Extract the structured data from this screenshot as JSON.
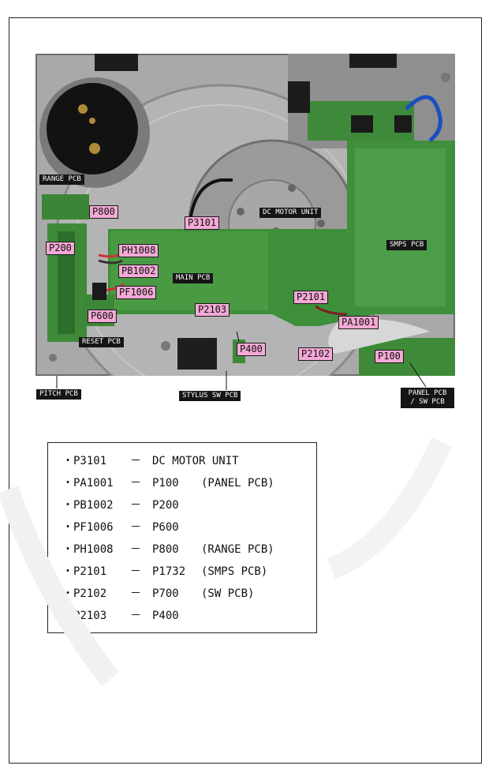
{
  "photo_labels": {
    "range_pcb": "RANGE PCB",
    "p800": "P800",
    "p3101": "P3101",
    "dc_motor_unit": "DC MOTOR UNIT",
    "p200": "P200",
    "ph1008": "PH1008",
    "smps_pcb": "SMPS PCB",
    "pb1002": "PB1002",
    "main_pcb": "MAIN PCB",
    "pf1006": "PF1006",
    "p2101": "P2101",
    "p2103": "P2103",
    "pa1001": "PA1001",
    "p600": "P600",
    "reset_pcb": "RESET PCB",
    "p400": "P400",
    "p2102": "P2102",
    "p100": "P100",
    "pitch_pcb": "PITCH PCB",
    "stylus_sw_pcb": "STYLUS SW PCB",
    "panel_pcb_line1": "PANEL PCB",
    "panel_pcb_line2": "/ SW PCB"
  },
  "connections": [
    {
      "bullet": "・",
      "from": "P3101",
      "dash": "－",
      "to": "DC MOTOR UNIT",
      "note": ""
    },
    {
      "bullet": "・",
      "from": "PA1001",
      "dash": "－",
      "to": "P100",
      "note": "(PANEL PCB)"
    },
    {
      "bullet": "・",
      "from": "PB1002",
      "dash": "－",
      "to": "P200",
      "note": ""
    },
    {
      "bullet": "・",
      "from": "PF1006",
      "dash": "－",
      "to": "P600",
      "note": ""
    },
    {
      "bullet": "・",
      "from": "PH1008",
      "dash": "－",
      "to": "P800",
      "note": "(RANGE PCB)"
    },
    {
      "bullet": "・",
      "from": "P2101",
      "dash": "－",
      "to": "P1732",
      "note": "(SMPS PCB)"
    },
    {
      "bullet": "・",
      "from": "P2102",
      "dash": "－",
      "to": "P700",
      "note": "(SW PCB)"
    },
    {
      "bullet": "・",
      "from": "P2103",
      "dash": "－",
      "to": "P400",
      "note": ""
    }
  ]
}
